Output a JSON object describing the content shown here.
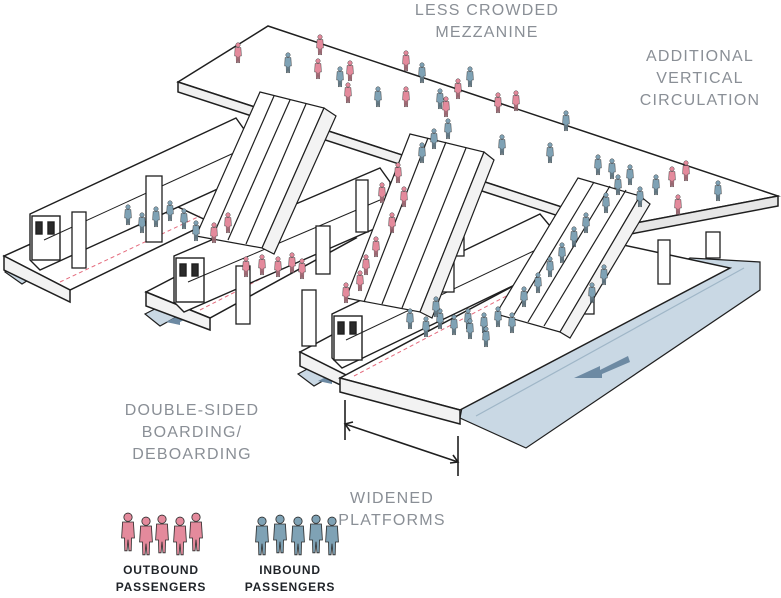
{
  "callouts": {
    "mezzanine": [
      "LESS CROWDED",
      "MEZZANINE"
    ],
    "vertical": [
      "ADDITIONAL",
      "VERTICAL",
      "CIRCULATION"
    ],
    "boarding": [
      "DOUBLE-SIDED",
      "BOARDING/",
      "DEBOARDING"
    ],
    "widened": [
      "WIDENED",
      "PLATFORMS"
    ]
  },
  "legend": {
    "outbound": [
      "OUTBOUND",
      "PASSENGERS"
    ],
    "inbound": [
      "INBOUND",
      "PASSENGERS"
    ]
  },
  "colors": {
    "outbound": "#e48a9c",
    "inbound": "#7fa2b5",
    "track": "#c9d8e4",
    "arrow": "#6d8aa3",
    "structure": "#1f1f1f",
    "safety_line": "#e46a7c"
  }
}
